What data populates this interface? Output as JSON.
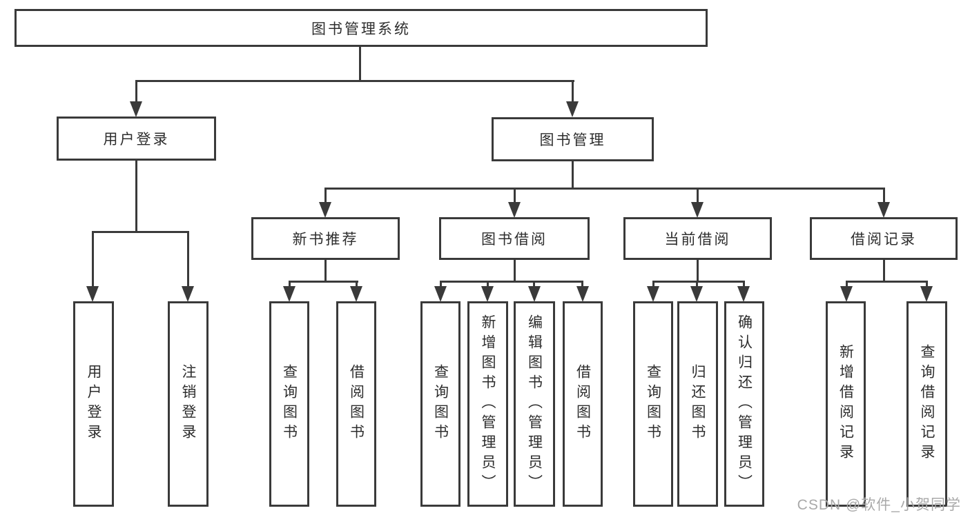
{
  "colors": {
    "line": "#3a3a3a",
    "text": "#2d2d2d",
    "watermark": "#a9a9a9",
    "background": "#ffffff"
  },
  "diagram": {
    "root": {
      "label": "图书管理系统",
      "children": [
        {
          "label": "用户登录",
          "children": [
            {
              "label": "用户登录"
            },
            {
              "label": "注销登录"
            }
          ]
        },
        {
          "label": "图书管理",
          "children": [
            {
              "label": "新书推荐",
              "children": [
                {
                  "label": "查询图书"
                },
                {
                  "label": "借阅图书"
                }
              ]
            },
            {
              "label": "图书借阅",
              "children": [
                {
                  "label": "查询图书"
                },
                {
                  "label": "新增图书（管理员）"
                },
                {
                  "label": "编辑图书（管理员）"
                },
                {
                  "label": "借阅图书"
                }
              ]
            },
            {
              "label": "当前借阅",
              "children": [
                {
                  "label": "查询图书"
                },
                {
                  "label": "归还图书"
                },
                {
                  "label": "确认归还（管理员）"
                }
              ]
            },
            {
              "label": "借阅记录",
              "children": [
                {
                  "label": "新增借阅记录"
                },
                {
                  "label": "查询借阅记录"
                }
              ]
            }
          ]
        }
      ]
    },
    "watermark": "CSDN @软件_小贺同学"
  }
}
